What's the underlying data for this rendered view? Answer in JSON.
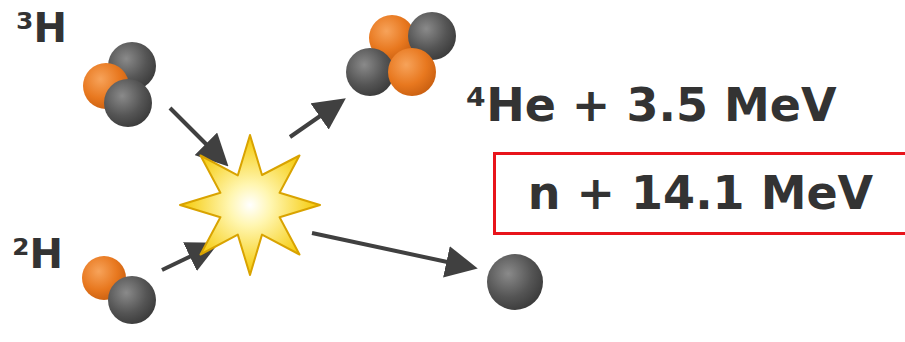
{
  "diagram": {
    "nodes": [
      {
        "text": [
          "n + 14.1 MeV"
        ]
      }
    ],
    "labels": [
      "³H",
      "²H",
      "⁴He + 3.5 MeV"
    ]
  }
}
